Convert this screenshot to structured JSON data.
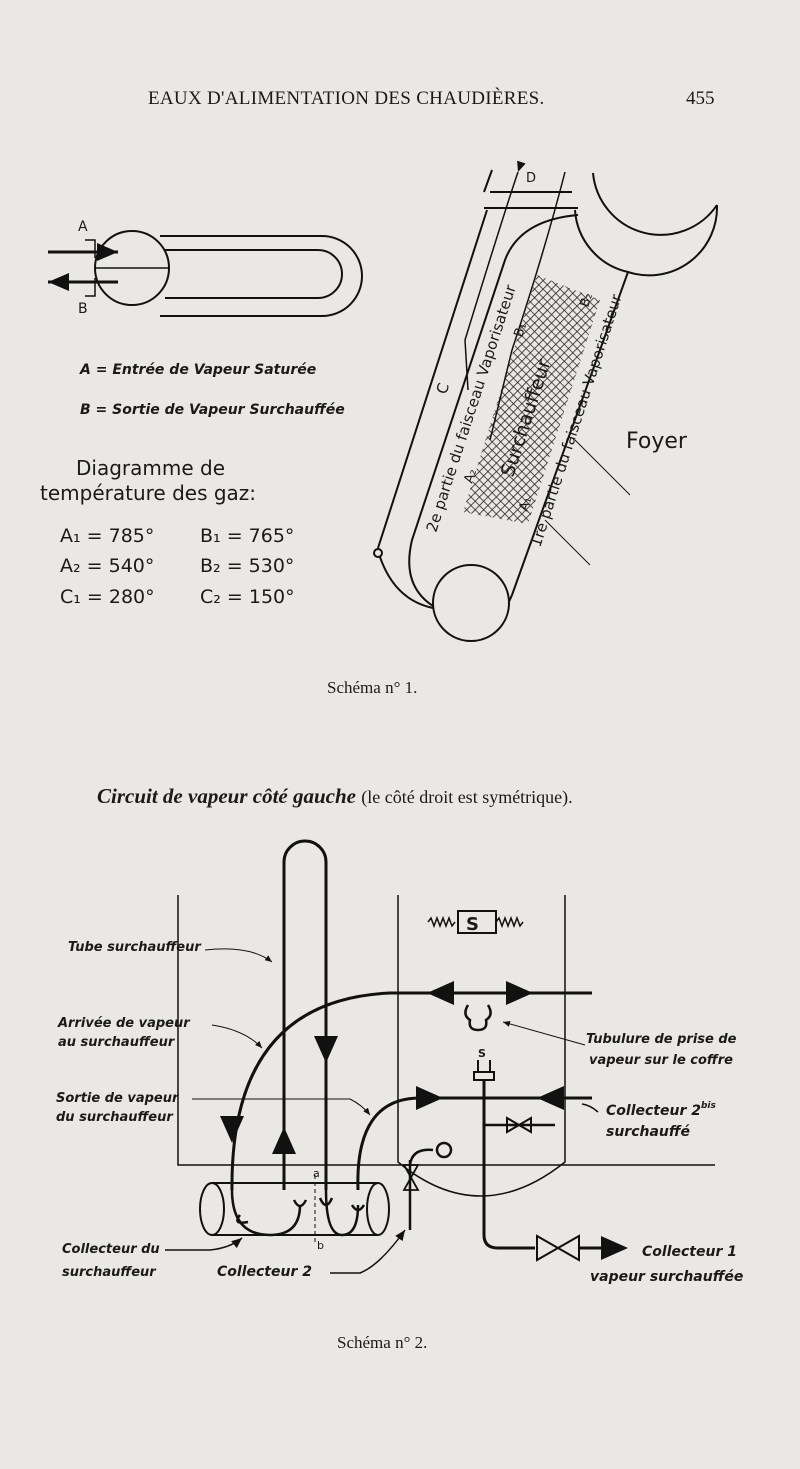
{
  "header": {
    "title": "EAUX D'ALIMENTATION DES CHAUDIÈRES.",
    "page_number": "455"
  },
  "schema1": {
    "label_a": "A",
    "label_b": "B",
    "legend_a": "A = Entrée de Vapeur Saturée",
    "legend_b": "B = Sortie de Vapeur Surchauffée",
    "diagram_title_1": "Diagramme de",
    "diagram_title_2": "température des gaz:",
    "temperatures": [
      {
        "label": "A₁ = 785°"
      },
      {
        "label": "B₁ = 765°"
      },
      {
        "label": "A₂ = 540°"
      },
      {
        "label": "B₂ = 530°"
      },
      {
        "label": "C₁ = 280°"
      },
      {
        "label": "C₂ = 150°"
      }
    ],
    "point_d": "D",
    "point_c": "C",
    "point_b1": "B₁",
    "point_b2": "B₂",
    "point_a1": "A₁",
    "point_a2": "A₂",
    "part2": "2e partie du faisceau Vaporisateur",
    "superheater": "Surchauffeur",
    "part1": "1re partie du faisceau Vaporisateur",
    "foyer": "Foyer",
    "caption": "Schéma n° 1."
  },
  "circuit": {
    "title": "Circuit de vapeur côté gauche",
    "note": "(le côté droit est symétrique)."
  },
  "schema2": {
    "tube": "Tube surchauffeur",
    "arrivee_1": "Arrivée de vapeur",
    "arrivee_2": "au surchauffeur",
    "sortie_1": "Sortie de vapeur",
    "sortie_2": "du surchauffeur",
    "coll_du_1": "Collecteur du",
    "coll_du_2": "surchauffeur",
    "coll2": "Collecteur 2",
    "mark_a": "a",
    "mark_b": "b",
    "s_box": "S",
    "s_valve": "S",
    "tubulure_1": "Tubulure de prise de",
    "tubulure_2": "vapeur sur le coffre",
    "coll2bis_1": "Collecteur 2",
    "coll2bis_sup": "bis",
    "coll2bis_2": "surchauffé",
    "coll1_1": "Collecteur 1",
    "coll1_2": "vapeur surchauffée",
    "caption": "Schéma n° 2."
  }
}
